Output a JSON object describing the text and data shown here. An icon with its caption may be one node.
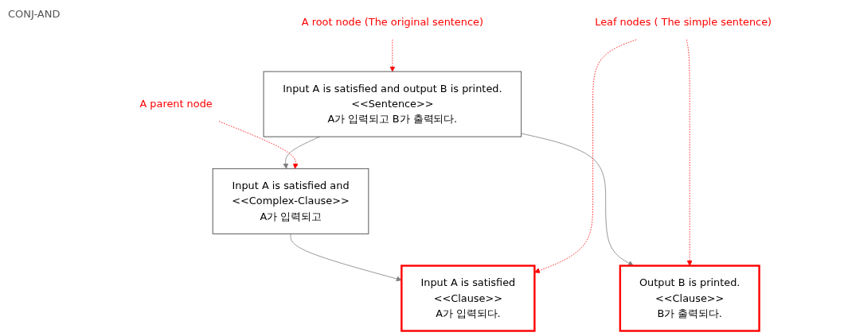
{
  "diagram": {
    "nodes": [
      {
        "text": [
          "Input A is satisfied and output B is printed.",
          "<<Sentence>>",
          "A가 입력되고 B가 출력되다."
        ]
      },
      {
        "text": [
          "Input A is satisfied and",
          "<<Complex-Clause>>",
          "A가 입력되고"
        ]
      },
      {
        "text": [
          "Output B is printed.",
          "<<Clause>>",
          "B가 출력되다."
        ]
      },
      {
        "text": [
          "Input A is satisfied",
          "<<Clause>>",
          "A가 입력되다."
        ]
      },
      {
        "text": [
          "A root node (The original sentence)"
        ]
      },
      {
        "text": [
          "A parent node"
        ]
      },
      {
        "text": [
          "Leaf nodes ( The simple sentence)"
        ]
      }
    ],
    "edges": [
      {
        "from": 0,
        "to": 1,
        "arrow": "to",
        "color": "#808080"
      },
      {
        "from": 0,
        "to": 2,
        "arrow": "to",
        "color": "#808080"
      },
      {
        "from": 1,
        "to": 3,
        "arrow": "to",
        "color": "#808080"
      },
      {
        "from": 4,
        "to": 0,
        "arrow": "to",
        "style": "dashed",
        "color": "#ff0000"
      },
      {
        "from": 5,
        "to": 1,
        "arrow": "to",
        "style": "dashed",
        "color": "#ff0000"
      },
      {
        "from": 6,
        "to": 2,
        "arrow": "to",
        "style": "dashed",
        "color": "#ff0000"
      },
      {
        "from": 6,
        "to": 3,
        "arrow": "to",
        "style": "dashed",
        "color": "#ff0000"
      }
    ],
    "labels": [
      "CONJ-AND"
    ]
  }
}
